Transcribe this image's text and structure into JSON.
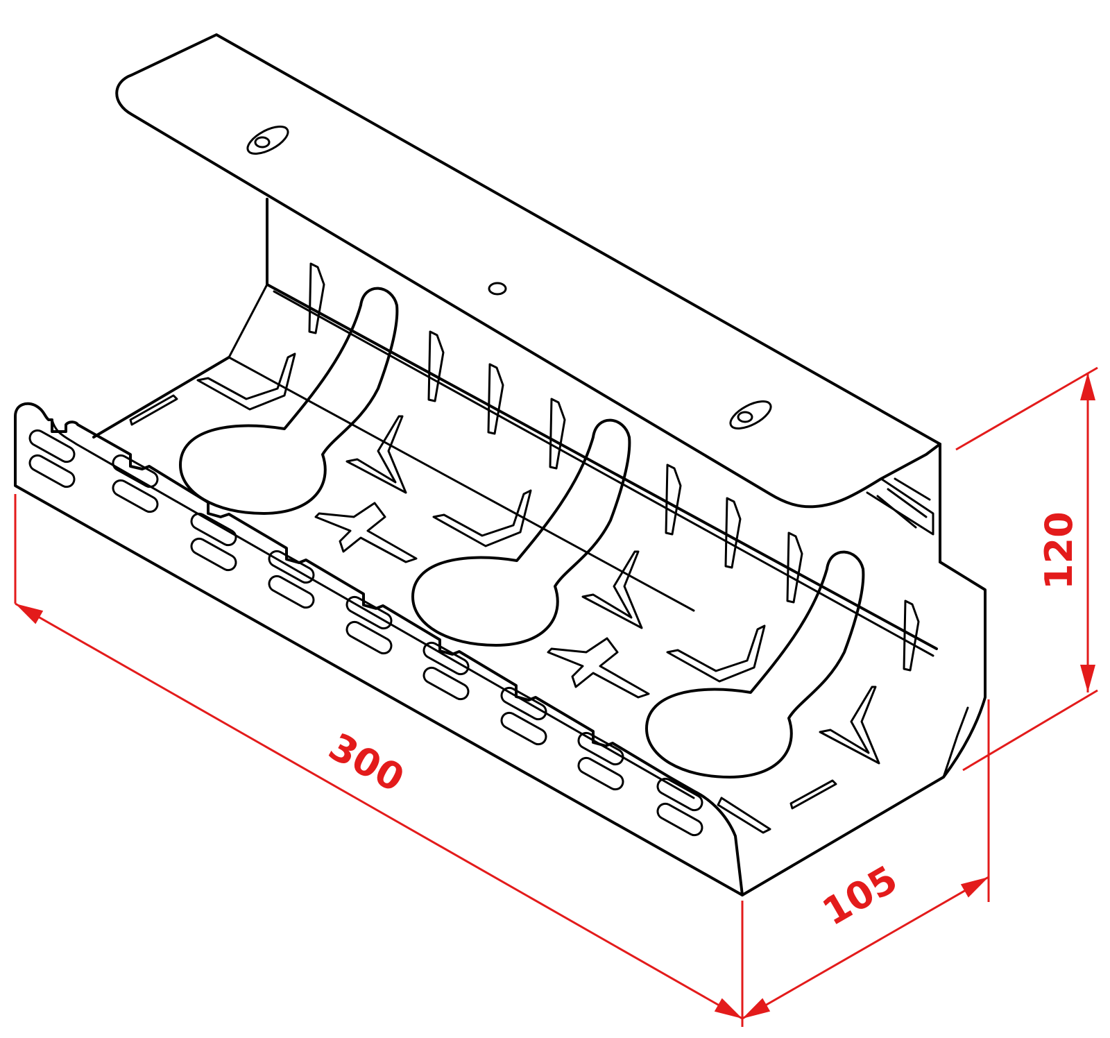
{
  "colors": {
    "outline": "#000000",
    "dimension": "#e31b1b",
    "background": "#ffffff"
  },
  "dimensions": {
    "length": "300",
    "depth": "105",
    "height": "120"
  }
}
